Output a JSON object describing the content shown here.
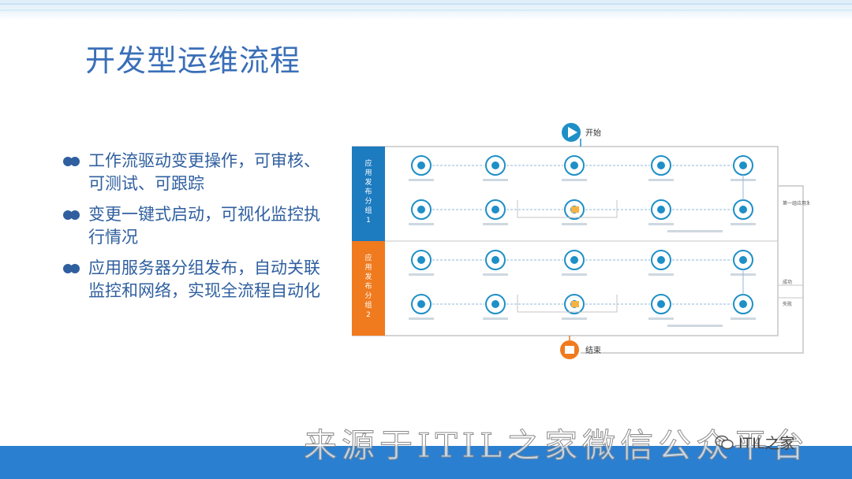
{
  "title": "开发型运维流程",
  "bullets": [
    "工作流驱动变更操作，可审核、可测试、可跟踪",
    "变更一键式启动，可视化监控执行情况",
    "应用服务器分组发布，自动关联监控和网络，实现全流程自动化"
  ],
  "diagram": {
    "start_label": "开始",
    "end_label": "结束",
    "lanes": [
      {
        "label": "应用发布分组1",
        "color": "#1d7bbf"
      },
      {
        "label": "应用发布分组2",
        "color": "#f07a1e"
      }
    ],
    "right_note": "第一组应用发布完成",
    "success_label": "成功",
    "fail_label": "失败",
    "colors": {
      "circle": "#1e8fc7",
      "line": "#8fb8d8",
      "box_border": "#c6c6c6"
    }
  },
  "watermark": "来源于ITIL之家微信公众平台",
  "wechat_label": "ITIL之家"
}
